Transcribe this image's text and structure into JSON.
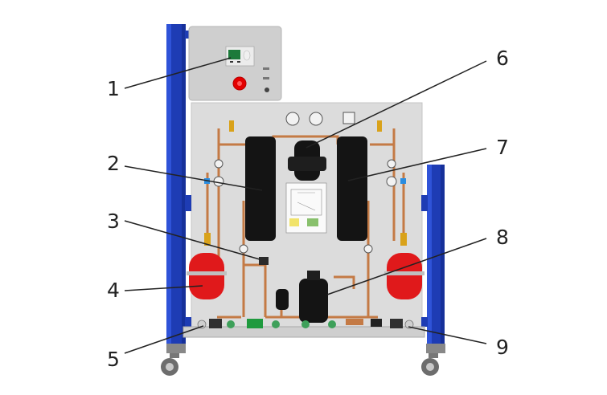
{
  "callouts": [
    {
      "id": "1",
      "label": "1"
    },
    {
      "id": "2",
      "label": "2"
    },
    {
      "id": "3",
      "label": "3"
    },
    {
      "id": "4",
      "label": "4"
    },
    {
      "id": "5",
      "label": "5"
    },
    {
      "id": "6",
      "label": "6"
    },
    {
      "id": "7",
      "label": "7"
    },
    {
      "id": "8",
      "label": "8"
    },
    {
      "id": "9",
      "label": "9"
    }
  ],
  "colors": {
    "frame_blue": "#1f3fb5",
    "panel_grey": "#d9d9d9",
    "copper": "#c67a45",
    "tank_black": "#141414",
    "vessel_red": "#e0191b",
    "display_green": "#1c7a3a",
    "stop_red": "#e30000"
  }
}
